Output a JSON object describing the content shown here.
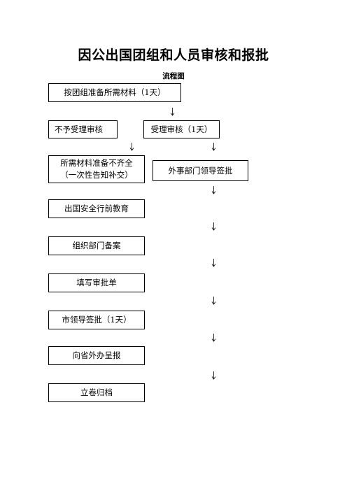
{
  "title": "因公出国团组和人员审核和报批",
  "subtitle": "流程图",
  "nodes": {
    "prepare": "按团组准备所需材料（1天）",
    "reject": "不予受理审核",
    "accept": "受理审核（1天）",
    "incomplete_line1": "所需材料准备不齐全",
    "incomplete_line2": "（一次性告知补交）",
    "foreign_affairs": "外事部门领导签批",
    "education": "出国安全行前教育",
    "org_record": "组织部门备案",
    "fill_form": "填写审批单",
    "city_leader": "市领导签批（1天）",
    "province_report": "向省外办呈报",
    "archive": "立卷归档"
  }
}
